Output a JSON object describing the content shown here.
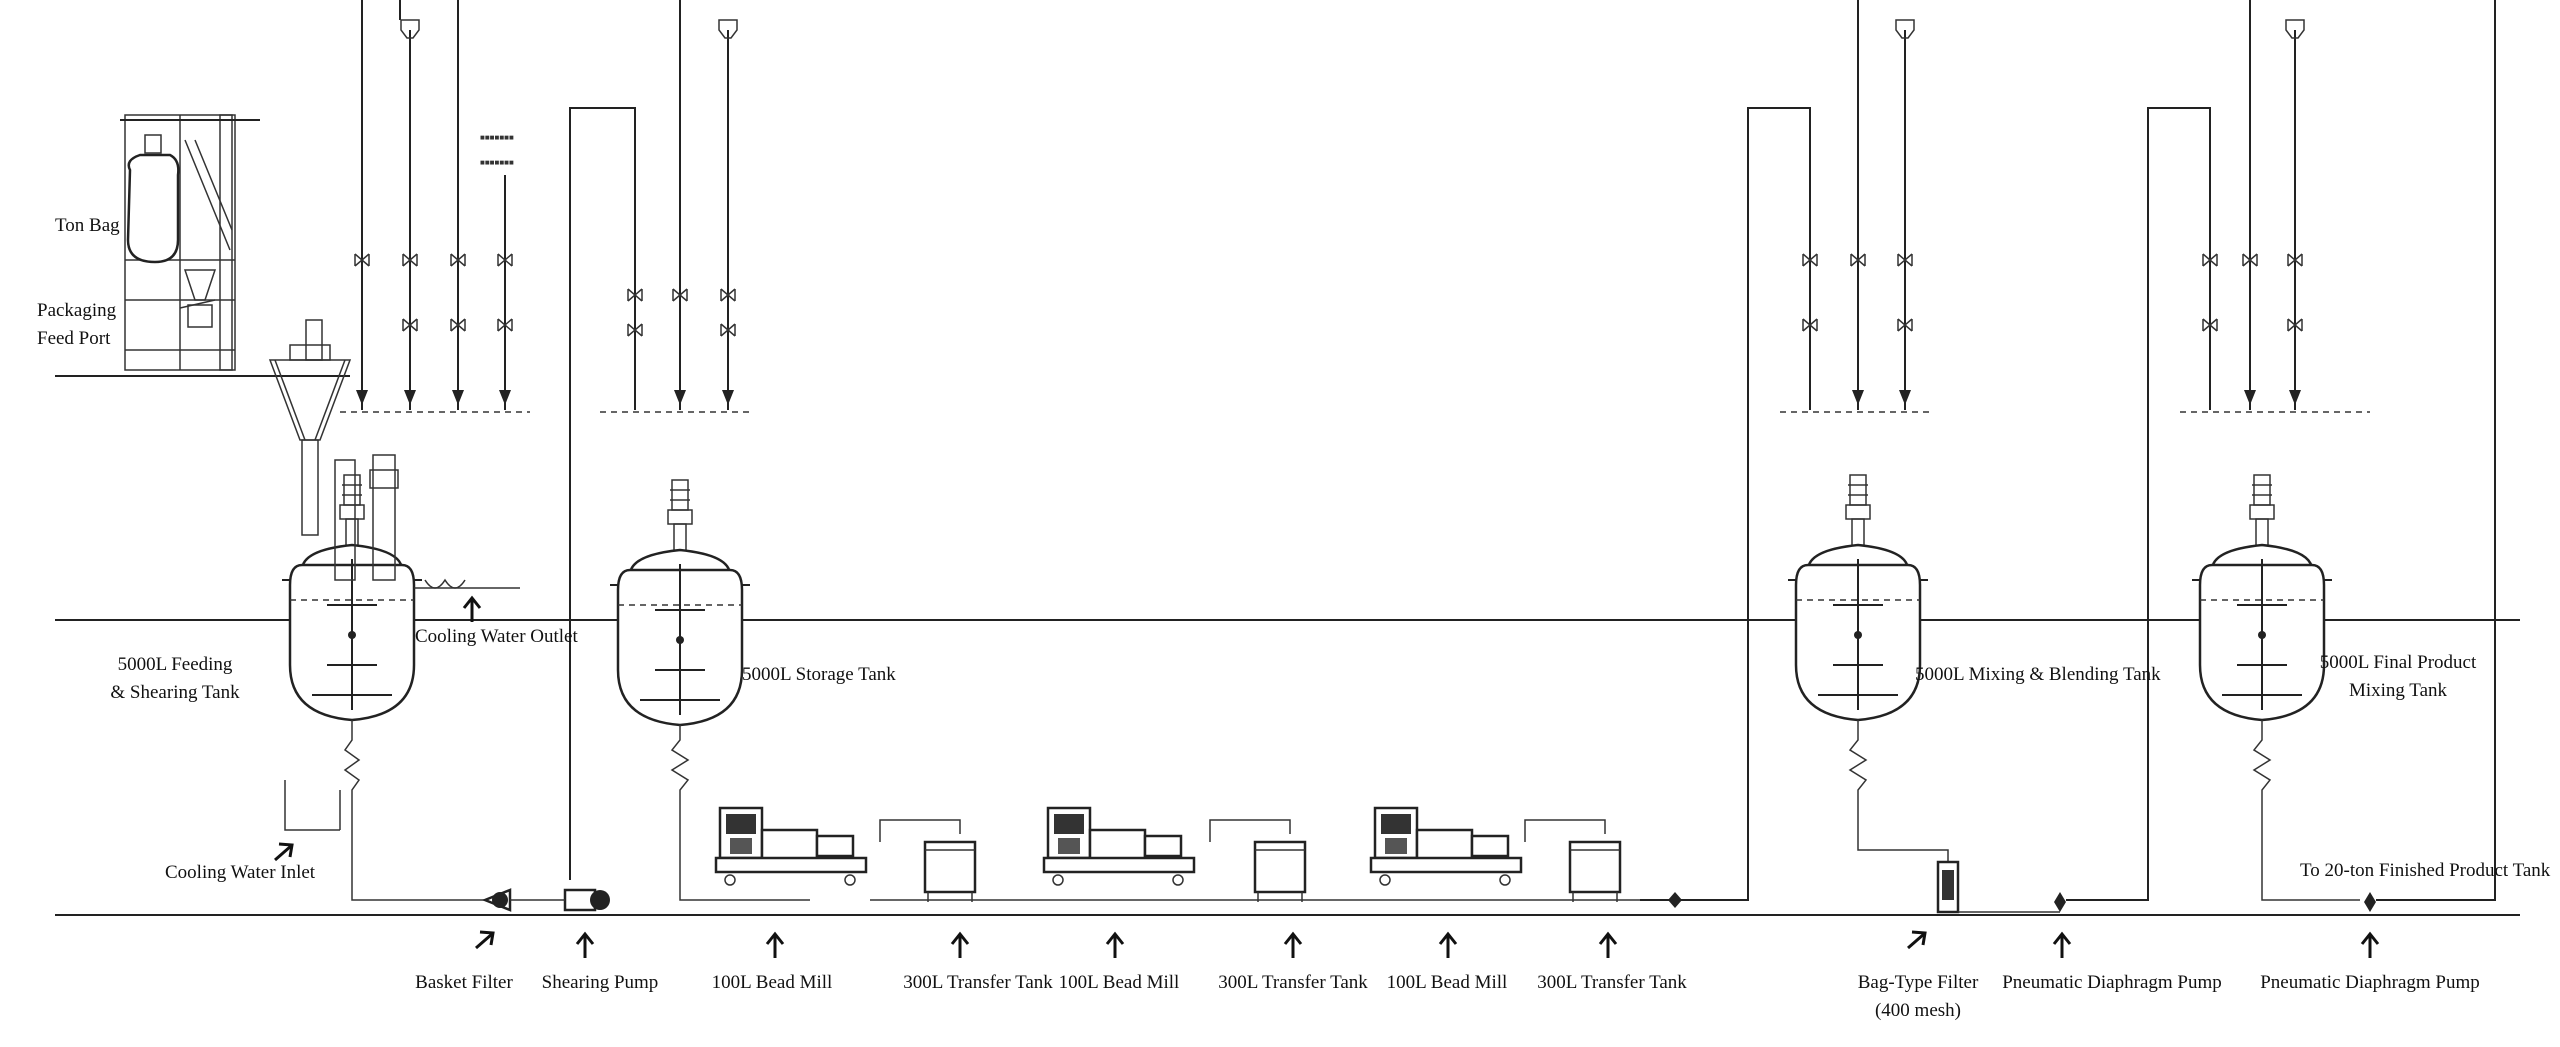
{
  "labels": {
    "ton_bag": "Ton Bag",
    "feed_port_1": "Packaging",
    "feed_port_2": "Feed Port",
    "feeding_tank_1": "5000L Feeding",
    "feeding_tank_2": "& Shearing Tank",
    "cooling_outlet": "Cooling Water Outlet",
    "cooling_inlet": "Cooling Water Inlet",
    "storage_tank": "5000L Storage Tank",
    "mixing_tank": "5000L Mixing & Blending Tank",
    "final_tank_1": "5000L Final Product",
    "final_tank_2": "Mixing Tank",
    "to_finished": "To 20-ton Finished Product Tank",
    "basket_filter": "Basket Filter",
    "shearing_pump": "Shearing Pump",
    "bead_mill_1": "100L Bead Mill",
    "transfer_tank_1": "300L Transfer Tank",
    "bead_mill_2": "100L Bead Mill",
    "transfer_tank_2": "300L Transfer Tank",
    "bead_mill_3": "100L Bead Mill",
    "transfer_tank_3": "300L Transfer Tank",
    "bag_filter_1": "Bag-Type Filter",
    "bag_filter_2": "(400 mesh)",
    "diaphragm_pump_1": "Pneumatic Diaphragm Pump",
    "diaphragm_pump_2": "Pneumatic Diaphragm Pump"
  }
}
